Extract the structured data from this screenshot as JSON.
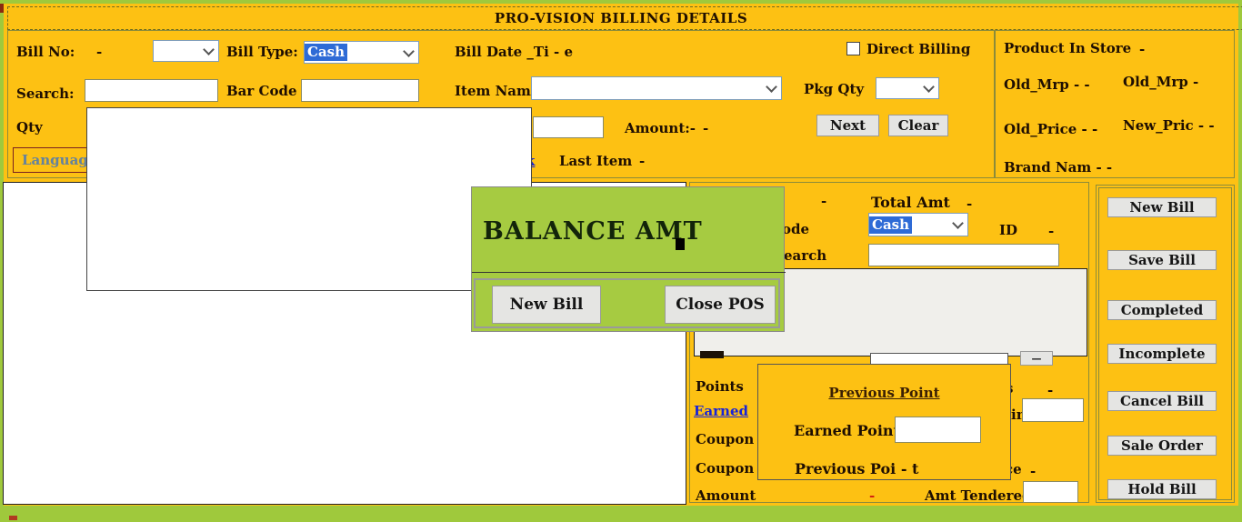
{
  "title": "PRO-VISION BILLING DETAILS",
  "form": {
    "bill_no_label": "Bill No:",
    "bill_no_value": "-",
    "bill_type_label": "Bill Type:",
    "bill_type_value": "Cash",
    "bill_date_label": "Bill Date _Ti - e",
    "direct_billing_label": "Direct Billing",
    "search_label": "Search:",
    "bar_code_label": "Bar Code",
    "item_name_label": "Item Name",
    "pkg_qty_label": "Pkg Qty",
    "qty_label": "Qty",
    "amount_label": "Amount:-",
    "amount_value": "-",
    "next_button": "Next",
    "clear_button": "Clear",
    "language_button": "Language",
    "stock_link_fragment": "k",
    "last_item_label": "Last Item",
    "last_item_value": "-"
  },
  "product_panel": {
    "title_label": "Product In Store",
    "title_value": "-",
    "old_mrp_left": "Old_Mrp - -",
    "old_mrp_right": "Old_Mrp -",
    "old_price": "Old_Price - -",
    "new_price": "New_Pric - -",
    "brand_name": "Brand Nam - -"
  },
  "payment_panel": {
    "top_value": "-",
    "total_amt_label": "Total Amt",
    "total_amt_value": "-",
    "mode_label_fragment": "ode",
    "payment_mode_value": "Cash",
    "id_label": "ID",
    "id_value": "-",
    "search_label_fragment": "earch",
    "mini_button_label": "—",
    "points_label": "Points",
    "earned_link_fragment": "Earned",
    "coupon_label_1": "Coupon",
    "coupon_label_2": "Coupon",
    "amount_label": "Amount",
    "amount_value": "-",
    "amt_tendered_label": "Amt Tendered",
    "frag_s": "s",
    "frag_s_value": "-",
    "frag_in": "in",
    "frag_ce": "ce",
    "frag_ce_value": "-"
  },
  "previous_point_dialog": {
    "title": "Previous Point",
    "earned_point_label": "Earned Point",
    "previous_point_label": "Previous Poi - t"
  },
  "balance_dialog": {
    "title": "BALANCE AMT",
    "new_bill_button": "New Bill",
    "close_pos_button": "Close POS"
  },
  "right_buttons": [
    "New Bill",
    "Save Bill",
    "Completed",
    "Incomplete",
    "Cancel Bill",
    "Sale Order",
    "Hold Bill"
  ]
}
